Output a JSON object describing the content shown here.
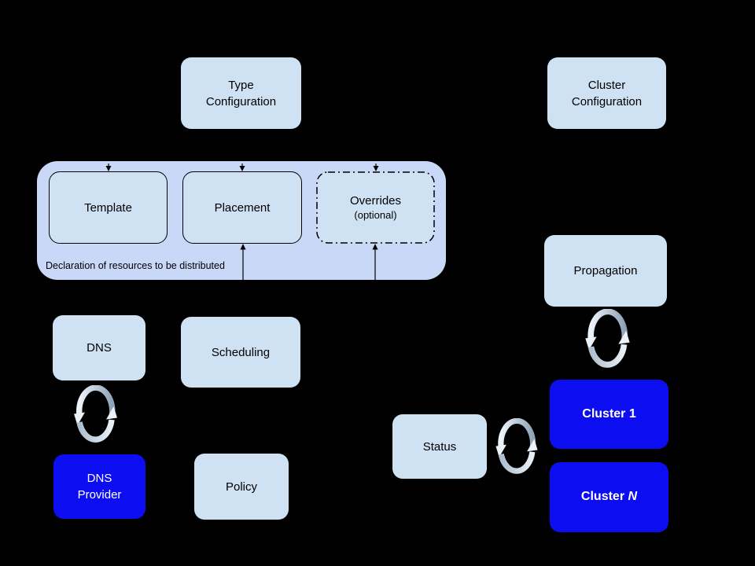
{
  "diagram": {
    "description": "Federated resource distribution architecture diagram",
    "colors": {
      "bg": "#000000",
      "node_fill": "#cfe2f3",
      "container_fill": "#c9d8f7",
      "accent_blue": "#0d0df2",
      "text_dark": "#000000",
      "text_light": "#ffffff",
      "connector": "#000000",
      "sync_icon_light": "#edf2f8",
      "sync_icon_dark": "#8fa3b6"
    },
    "nodes": {
      "type_configuration": {
        "label": "Type\nConfiguration"
      },
      "cluster_configuration": {
        "label": "Cluster\nConfiguration"
      },
      "template": {
        "label": "Template"
      },
      "placement": {
        "label": "Placement"
      },
      "overrides": {
        "label": "Overrides",
        "sublabel": "(optional)"
      },
      "resource_declaration": {
        "caption": "Declaration of resources to be distributed"
      },
      "dns": {
        "label": "DNS"
      },
      "scheduling": {
        "label": "Scheduling"
      },
      "dns_provider": {
        "label": "DNS\nProvider"
      },
      "policy": {
        "label": "Policy"
      },
      "propagation": {
        "label": "Propagation"
      },
      "status": {
        "label": "Status"
      },
      "cluster_1": {
        "label": "Cluster 1"
      },
      "cluster_n": {
        "prefix": "Cluster ",
        "suffix": "N"
      }
    },
    "icons": {
      "sync": "sync-cycle-icon"
    }
  }
}
